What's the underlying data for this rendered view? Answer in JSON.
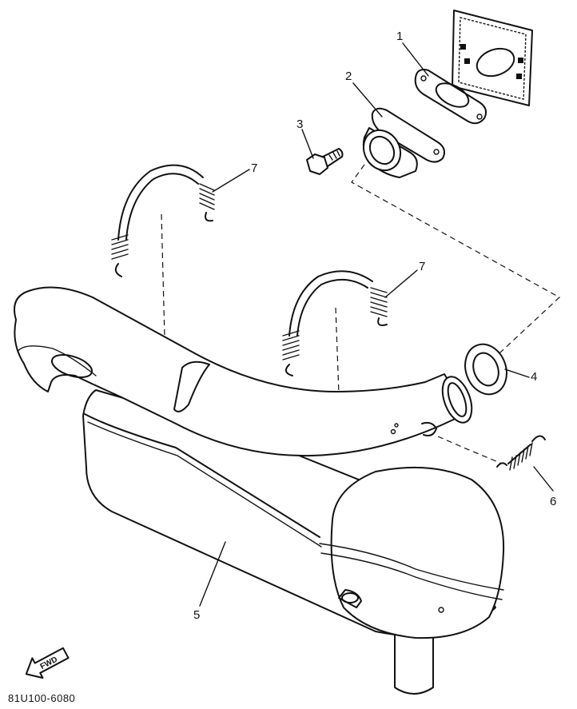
{
  "callouts": [
    {
      "label": "1"
    },
    {
      "label": "2"
    },
    {
      "label": "3"
    },
    {
      "label": "4"
    },
    {
      "label": "5"
    },
    {
      "label": "6"
    },
    {
      "label": "7"
    },
    {
      "label": "7"
    }
  ],
  "fwd_label": "FWD",
  "drawing_code": "81U100-6080",
  "icons": {
    "direction_arrow": "fwd-arrow-icon"
  }
}
